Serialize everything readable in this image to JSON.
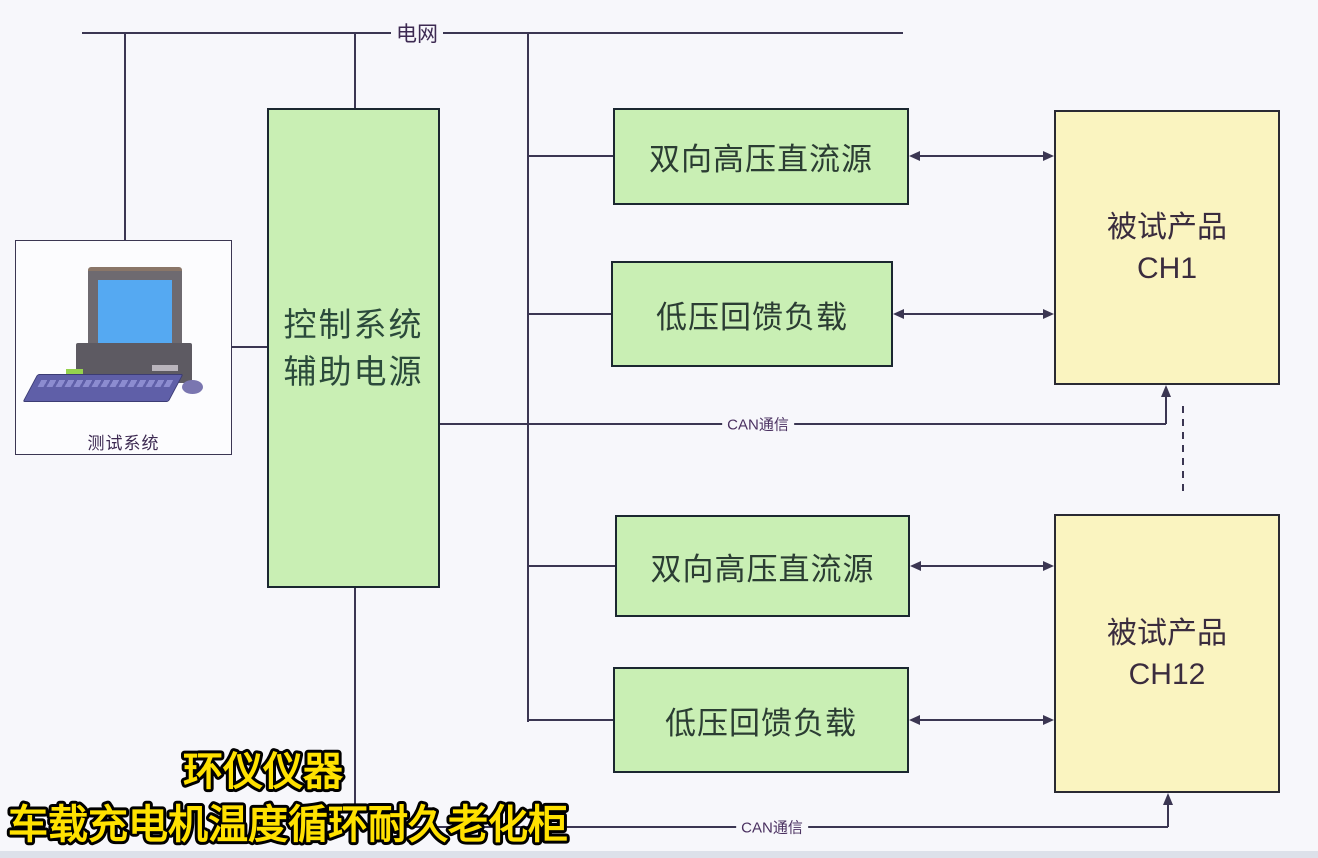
{
  "diagram": {
    "grid_label": "电网",
    "test_system": {
      "label": "测试系统"
    },
    "control_box": {
      "line1": "控制系统",
      "line2": "辅助电源"
    },
    "top_branch": {
      "dc_source": "双向高压直流源",
      "lv_load": "低压回馈负载",
      "dut_line1": "被试产品",
      "dut_line2": "CH1",
      "can_label": "CAN通信"
    },
    "bottom_branch": {
      "dc_source": "双向高压直流源",
      "lv_load": "低压回馈负载",
      "dut_line1": "被试产品",
      "dut_line2": "CH12",
      "can_label": "CAN通信"
    }
  },
  "watermark": {
    "line1": "环仪仪器",
    "line2": "车载充电机温度循环耐久老化柜"
  },
  "colors": {
    "background": "#f7f7fb",
    "green_fill": "#c9efb4",
    "yellow_fill": "#faf4c0",
    "wire": "#3b3652",
    "wire_label_text": "#3d2a52",
    "green_box_text": "#2b3d33",
    "control_box_text": "#2b4a3b",
    "yellow_box_text": "#3a2c3e",
    "watermark_fill": "#ffe100",
    "watermark_outline": "#000000",
    "screen_blue": "#55a9f2"
  }
}
